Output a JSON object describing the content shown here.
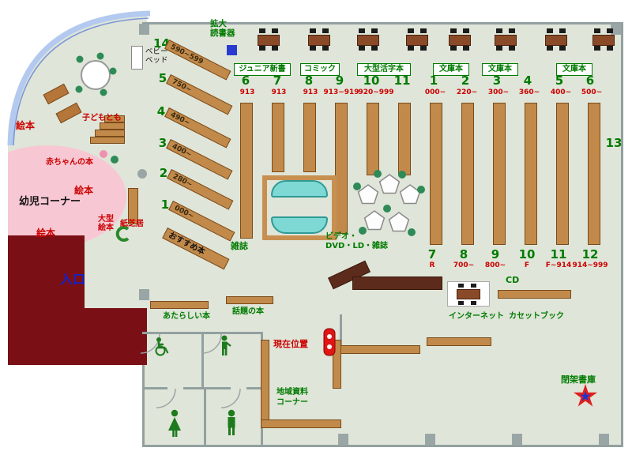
{
  "colors": {
    "floor": "#dfe5d8",
    "shelf_wood": "#c28a4a",
    "counter_wood": "#5c2b1b",
    "entrance_wall_dark_red": "#7a1016",
    "kids_corner_pink": "#f7c7d3",
    "bench_cyan": "#7ed8d4",
    "glass_wall_blue": "#b3c9ef",
    "label_green": "#007b00",
    "label_red": "#cc0000",
    "entrance_blue": "#1122cc",
    "current_location_marker": "#e01515"
  },
  "kids_corner": {
    "area_label": "幼児コーナー",
    "picture_books_1": "絵本",
    "picture_books_2": "絵本",
    "picture_books_3": "絵本",
    "baby_books": "赤ちゃんの本",
    "kodomo_tomo": "子どもとも",
    "large_picture_books": "大型\n絵本",
    "kamishibai": "紙芝居",
    "baby_bed": "ベビー\nベッド"
  },
  "entrance_label": "入口",
  "top_area": {
    "magnifier": "拡大\n読書器",
    "sections": [
      "ジュニア新書",
      "コミック",
      "大型活字本",
      "文庫本",
      "文庫本",
      "文庫本"
    ]
  },
  "diagonal_shelves": {
    "rows": [
      {
        "number": "14",
        "range": "590~599"
      },
      {
        "number": "5",
        "range": "750~"
      },
      {
        "number": "4",
        "range": "490~"
      },
      {
        "number": "3",
        "range": "400~"
      },
      {
        "number": "2",
        "range": "280~"
      },
      {
        "number": "1",
        "range": "000~"
      }
    ],
    "recommended": "おすすめ本"
  },
  "stack_numbers": {
    "top": [
      {
        "number": "6",
        "range": "913"
      },
      {
        "number": "7",
        "range": "913"
      },
      {
        "number": "8",
        "range": "913"
      },
      {
        "number": "9",
        "range": "913~919"
      },
      {
        "number": "10",
        "range": "920~999"
      },
      {
        "number": "11",
        "range": ""
      },
      {
        "number": "1",
        "range": "000~"
      },
      {
        "number": "2",
        "range": "220~"
      },
      {
        "number": "3",
        "range": "300~"
      },
      {
        "number": "4",
        "range": "360~"
      },
      {
        "number": "5",
        "range": "400~"
      },
      {
        "number": "6",
        "range": "500~"
      }
    ],
    "bottom": [
      {
        "number": "7",
        "range": "R"
      },
      {
        "number": "8",
        "range": "700~"
      },
      {
        "number": "9",
        "range": "800~"
      },
      {
        "number": "10",
        "range": "F"
      },
      {
        "number": "11",
        "range": "F~914"
      },
      {
        "number": "12",
        "range": "914~999"
      }
    ],
    "right_wall": "13"
  },
  "center_labels": {
    "magazines": "雑誌",
    "video": "ビデオ・\nDVD・LD・雑誌",
    "cd": "CD",
    "internet": "インターネット",
    "cassette_books": "カセットブック",
    "new_books": "あたらしい本",
    "topical_books": "話題の本",
    "current_location": "現在位置"
  },
  "bottom_labels": {
    "local_materials": "地域資料\nコーナー",
    "closed_stacks": "閉架書庫"
  }
}
